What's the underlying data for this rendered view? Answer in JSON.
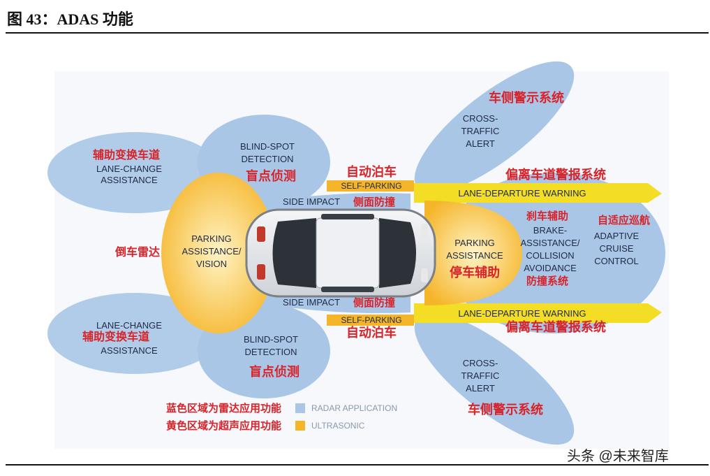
{
  "header": {
    "title": "图 43：ADAS 功能"
  },
  "watermark": "头条 @未来智库",
  "colors": {
    "radar": "#a9c6e6",
    "ultrasonic": "#f5b52a",
    "label_red": "#d8232a",
    "label_dark": "#1f2a44"
  },
  "diagram": {
    "lane_change_top": {
      "cn": "辅助变换车道",
      "en": [
        "LANE-CHANGE",
        "ASSISTANCE"
      ]
    },
    "lane_change_bottom": {
      "cn": "辅助变换车道",
      "en": [
        "LANE-CHANGE",
        "ASSISTANCE"
      ]
    },
    "blind_spot_top": {
      "en": [
        "BLIND-SPOT",
        "DETECTION"
      ],
      "cn": "盲点侦测"
    },
    "blind_spot_bottom": {
      "en": [
        "BLIND-SPOT",
        "DETECTION"
      ],
      "cn": "盲点侦测"
    },
    "parking_rear": {
      "cn": "倒车雷达",
      "en": [
        "PARKING",
        "ASSISTANCE/",
        "VISION"
      ]
    },
    "self_parking_top": {
      "cn": "自动泊车",
      "en": "SELF-PARKING"
    },
    "self_parking_bottom": {
      "cn": "自动泊车",
      "en": "SELF-PARKING"
    },
    "side_impact_top": {
      "en": "SIDE IMPACT",
      "cn": "侧面防撞"
    },
    "side_impact_bottom": {
      "en": "SIDE IMPACT",
      "cn": "侧面防撞"
    },
    "cross_traffic_top": {
      "cn": "车侧警示系统",
      "en": [
        "CROSS-",
        "TRAFFIC",
        "ALERT"
      ]
    },
    "cross_traffic_bottom": {
      "cn": "车侧警示系统",
      "en": [
        "CROSS-",
        "TRAFFIC",
        "ALERT"
      ]
    },
    "lane_departure_top": {
      "cn": "偏离车道警报系统",
      "en": "LANE-DEPARTURE WARNING"
    },
    "lane_departure_bottom": {
      "cn": "偏离车道警报系统",
      "en": "LANE-DEPARTURE WARNING"
    },
    "parking_front": {
      "en": [
        "PARKING",
        "ASSISTANCE"
      ],
      "cn": "停车辅助"
    },
    "brake_assist": {
      "cn": "刹车辅助",
      "en": [
        "BRAKE-",
        "ASSISTANCE/",
        "COLLISION",
        "AVOIDANCE"
      ],
      "cn2": "防撞系统"
    },
    "acc": {
      "cn": "自适应巡航",
      "en": [
        "ADAPTIVE",
        "CRUISE",
        "CONTROL"
      ]
    }
  },
  "legend": [
    {
      "cn": "蓝色区域为雷达应用功能",
      "en": "RADAR APPLICATION",
      "color": "#a9c6e6"
    },
    {
      "cn": "黄色区域为超声应用功能",
      "en": "ULTRASONIC",
      "color": "#f5b52a"
    }
  ]
}
